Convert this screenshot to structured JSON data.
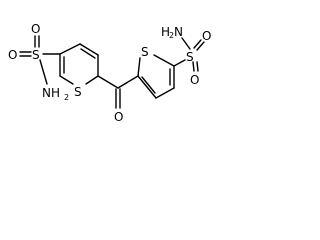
{
  "molecule": {
    "atoms": {
      "s_ring_left": "S",
      "s_sulfonyl_left": "S",
      "o_left_top": "O",
      "o_left_bottom": "O",
      "n_left": "NH",
      "n_left_sub": "2",
      "o_carbonyl": "O",
      "s_ring_right": "S",
      "s_sulfonyl_right": "S",
      "o_right_top": "O",
      "o_right_bottom": "O",
      "n_right": "H",
      "n_right_sub": "2",
      "n_right_n": "N"
    },
    "colors": {
      "bond": "#000000",
      "text": "#000000",
      "background": "#ffffff"
    }
  }
}
